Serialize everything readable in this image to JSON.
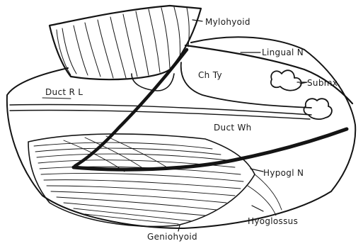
{
  "labels": {
    "mylohyoid": "Mylohyoid",
    "lingual_n": "Lingual N",
    "submx": "Submx.",
    "ch_ty": "Ch Ty",
    "duct_rl": "Duct R L",
    "duct_wh": "Duct Wh",
    "hypogl_n": "Hypogl N",
    "hyoglossus": "Hyoglossus",
    "geniohyoid": "Geniohyoid"
  }
}
